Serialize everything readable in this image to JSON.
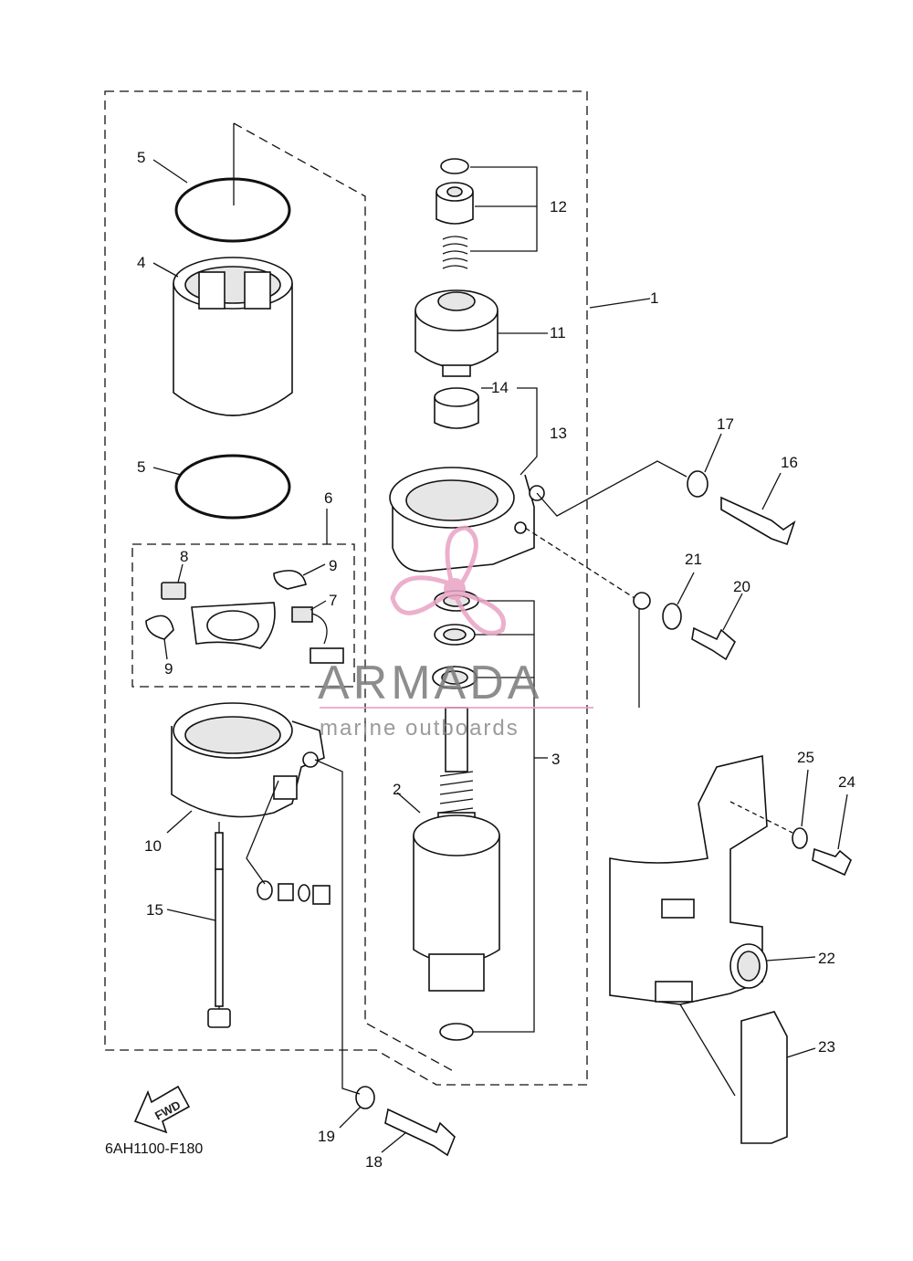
{
  "diagram": {
    "part_code": "6AH1100-F180",
    "fwd_label": "FWD",
    "callouts": [
      "1",
      "2",
      "3",
      "4",
      "5",
      "5",
      "6",
      "7",
      "8",
      "9",
      "9",
      "10",
      "11",
      "12",
      "13",
      "14",
      "15",
      "16",
      "17",
      "18",
      "19",
      "20",
      "21",
      "22",
      "23",
      "24",
      "25"
    ]
  },
  "watermark": {
    "brand": "ARMADA",
    "tagline": "marine outboards",
    "accent_color": "#e9a3c4",
    "text_color": "#7a7a7a"
  }
}
